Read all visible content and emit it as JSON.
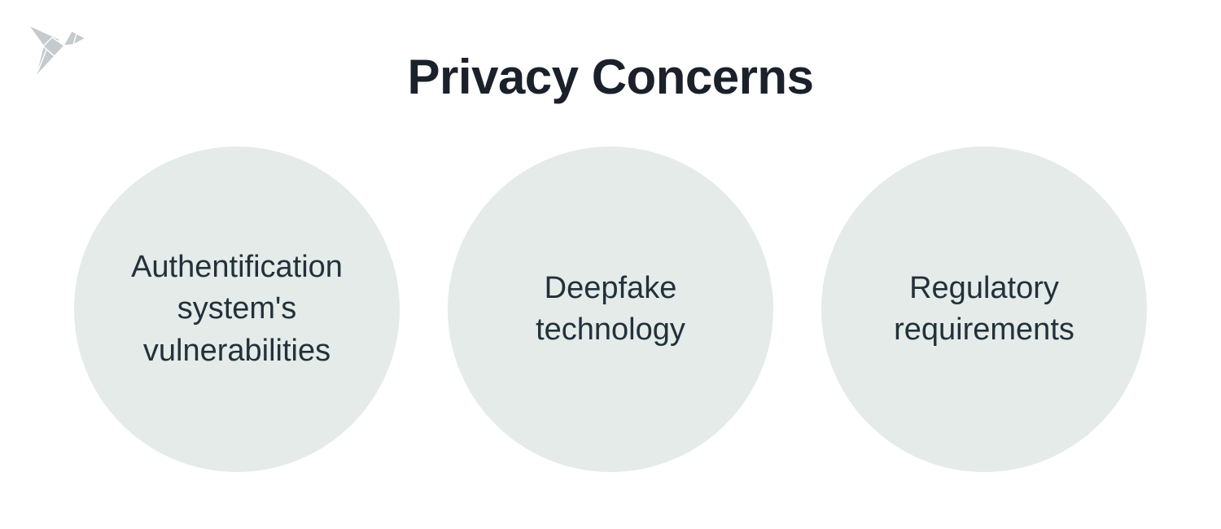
{
  "header": {
    "title": "Privacy Concerns"
  },
  "logo": {
    "name": "origami-bird",
    "color": "#c5cacc"
  },
  "diagram": {
    "circles": [
      {
        "label": "Authentification system's vulnerabilities"
      },
      {
        "label": "Deepfake technology"
      },
      {
        "label": "Regulatory requirements"
      }
    ]
  },
  "theme": {
    "background": "#ffffff",
    "title_color": "#1a212b",
    "circle_fill": "#e4ebe8",
    "circle_text_color": "#22313b",
    "logo_color": "#c5cacc"
  }
}
